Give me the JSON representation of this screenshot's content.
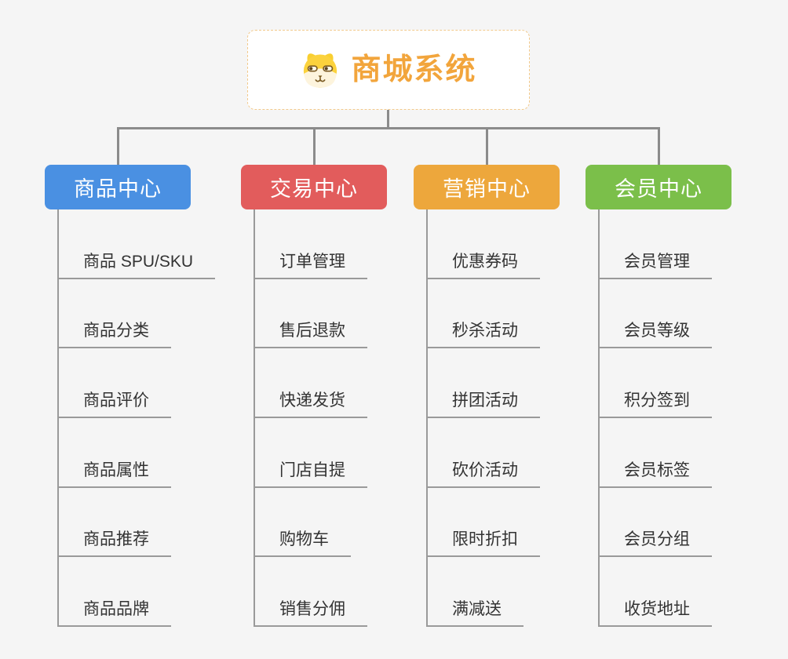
{
  "canvas": {
    "background": "#f5f5f5",
    "connector_color": "#8b8b8b",
    "child_line_color": "#9a9a9a"
  },
  "root": {
    "label": "商城系统",
    "icon": "dog-face-icon",
    "text_color": "#f2a53c",
    "border_color": "#f2c98b",
    "background": "#ffffff"
  },
  "branches": [
    {
      "label": "商品中心",
      "color": "#4a90e2",
      "items": [
        "商品 SPU/SKU",
        "商品分类",
        "商品评价",
        "商品属性",
        "商品推荐",
        "商品品牌"
      ]
    },
    {
      "label": "交易中心",
      "color": "#e25c5c",
      "items": [
        "订单管理",
        "售后退款",
        "快递发货",
        "门店自提",
        "购物车",
        "销售分佣"
      ]
    },
    {
      "label": "营销中心",
      "color": "#eda73c",
      "items": [
        "优惠券码",
        "秒杀活动",
        "拼团活动",
        "砍价活动",
        "限时折扣",
        "满减送"
      ]
    },
    {
      "label": "会员中心",
      "color": "#7bbf4a",
      "items": [
        "会员管理",
        "会员等级",
        "积分签到",
        "会员标签",
        "会员分组",
        "收货地址"
      ]
    }
  ]
}
